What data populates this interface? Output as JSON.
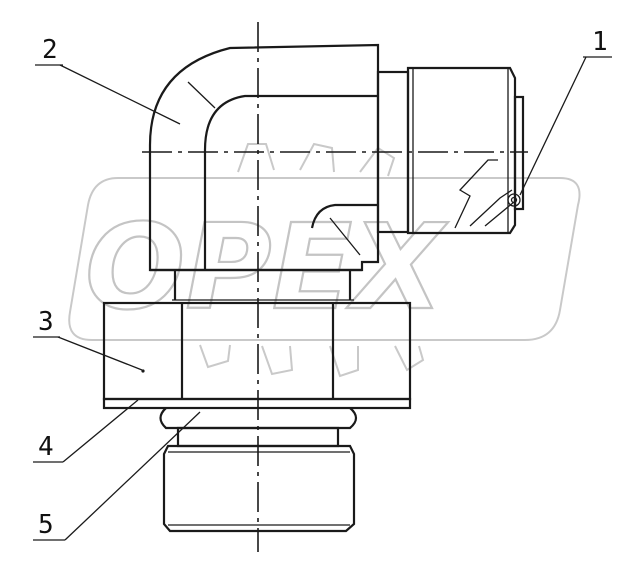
{
  "watermark": {
    "text": "OPEX"
  },
  "callouts": [
    {
      "id": "callout-1",
      "label": "1"
    },
    {
      "id": "callout-2",
      "label": "2"
    },
    {
      "id": "callout-3",
      "label": "3"
    },
    {
      "id": "callout-4",
      "label": "4"
    },
    {
      "id": "callout-5",
      "label": "5"
    }
  ]
}
